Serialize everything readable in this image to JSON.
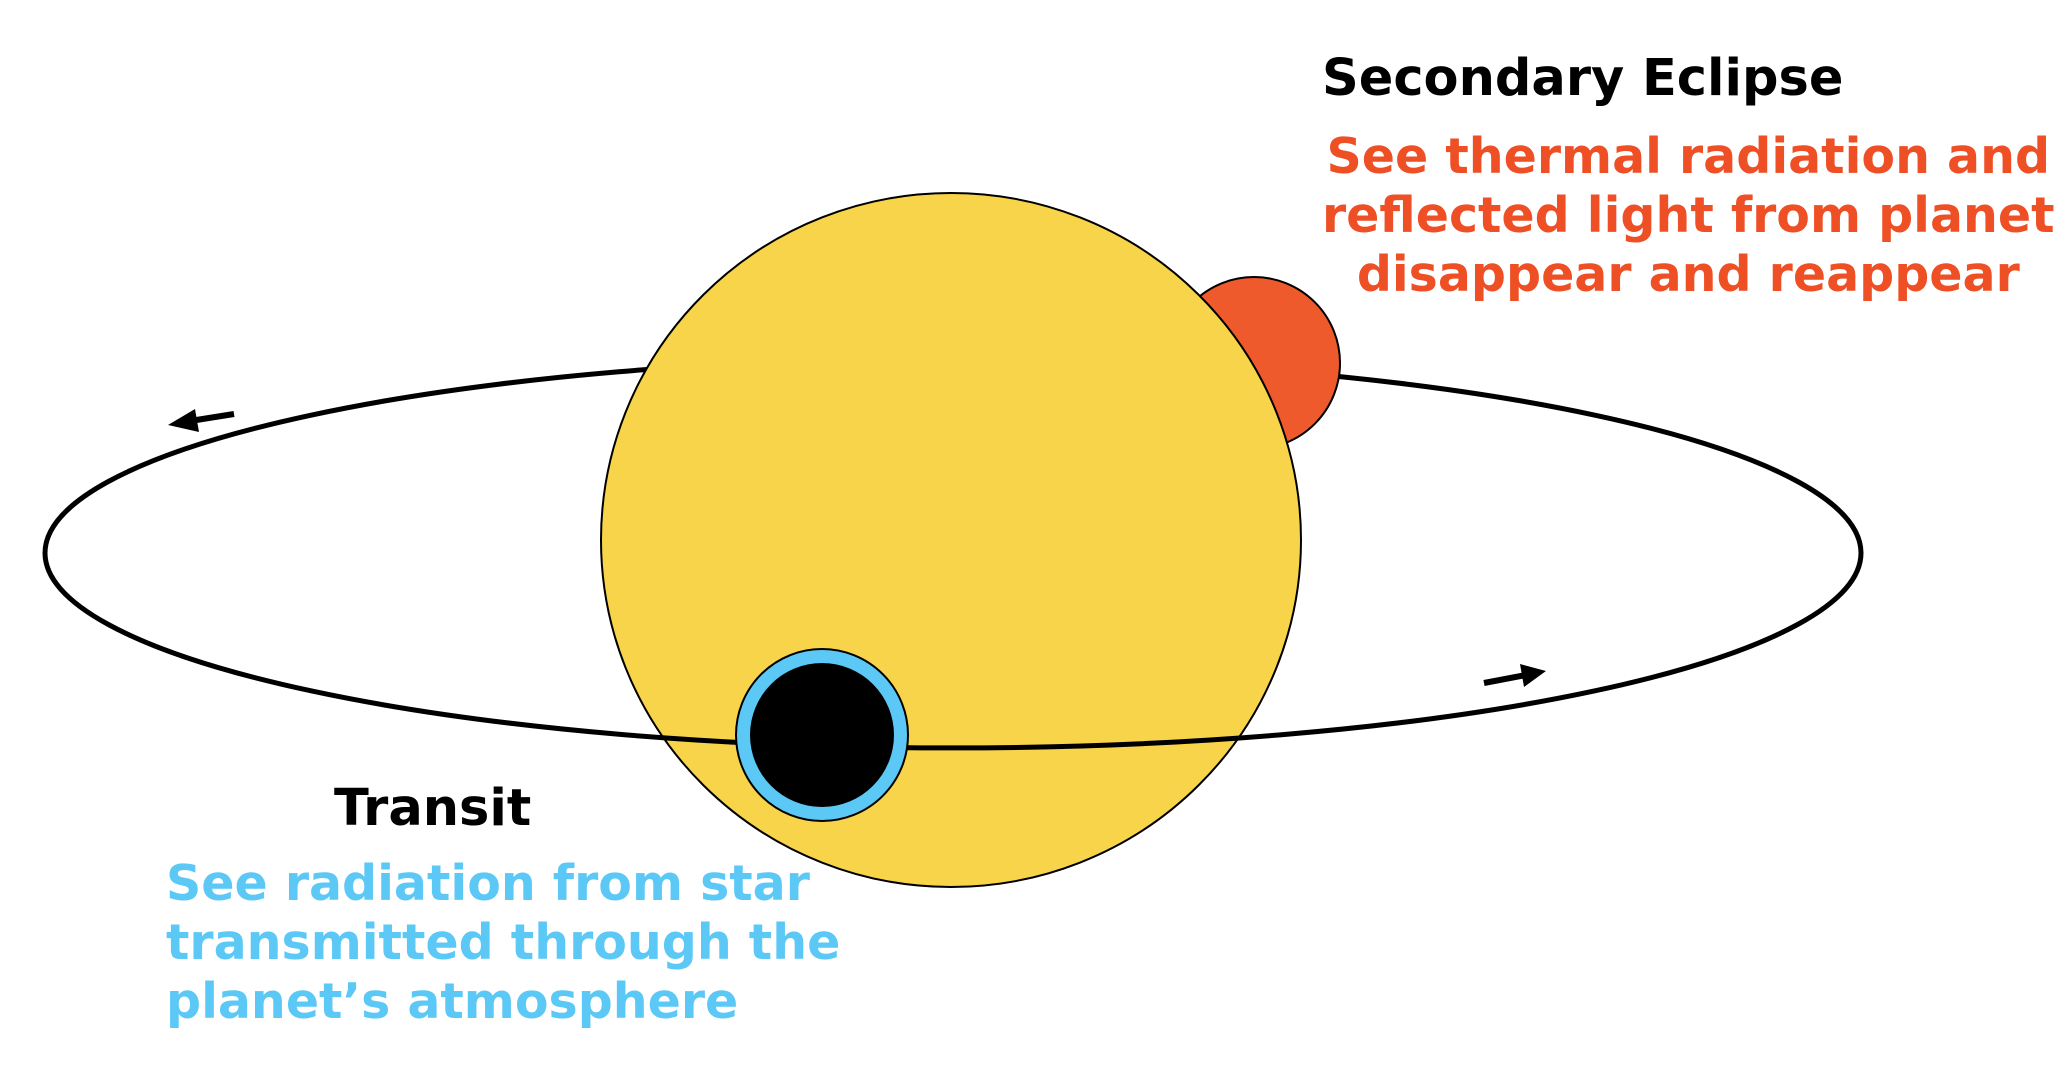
{
  "colors": {
    "star_fill": "#F7D44A",
    "secondary_planet": "#EE5A2B",
    "transit_planet": "#000000",
    "transit_atmosphere": "#5BC8F5",
    "orbit": "#000000",
    "heading_text": "#000000",
    "secondary_text": "#EE4F24",
    "transit_text": "#5BC8F5"
  },
  "secondary_eclipse": {
    "heading": "Secondary Eclipse",
    "description_lines": [
      "See thermal radiation and",
      "reflected light from planet",
      "disappear and reappear"
    ]
  },
  "transit": {
    "heading": "Transit",
    "description_lines": [
      "See radiation from star",
      "transmitted through the",
      "planet’s atmosphere"
    ]
  }
}
